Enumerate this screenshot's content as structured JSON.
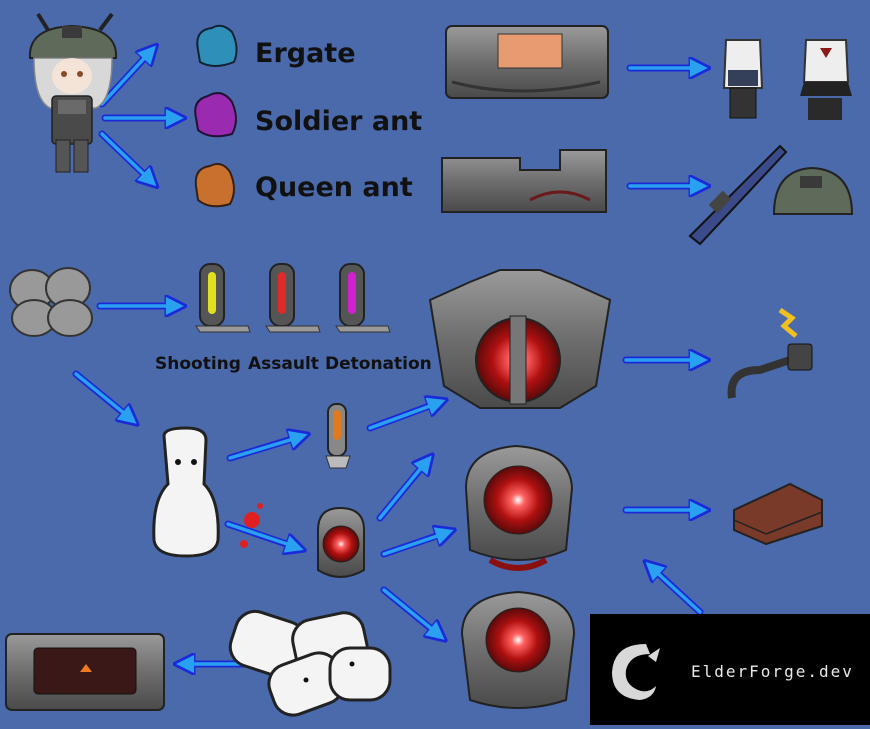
{
  "labels": {
    "ergate": "Ergate",
    "soldier": "Soldier ant",
    "queen": "Queen ant",
    "shooting": "Shooting",
    "assault": "Assault",
    "detonation": "Detonation"
  },
  "watermark": {
    "text": "ElderForge.dev"
  },
  "colors": {
    "background": "#4a6aac",
    "arrow": "#2aa0f0",
    "arrow_edge": "#1a2ad8",
    "ergate": "#2e8fb8",
    "soldier": "#9a2ab0",
    "queen": "#c8702e"
  }
}
